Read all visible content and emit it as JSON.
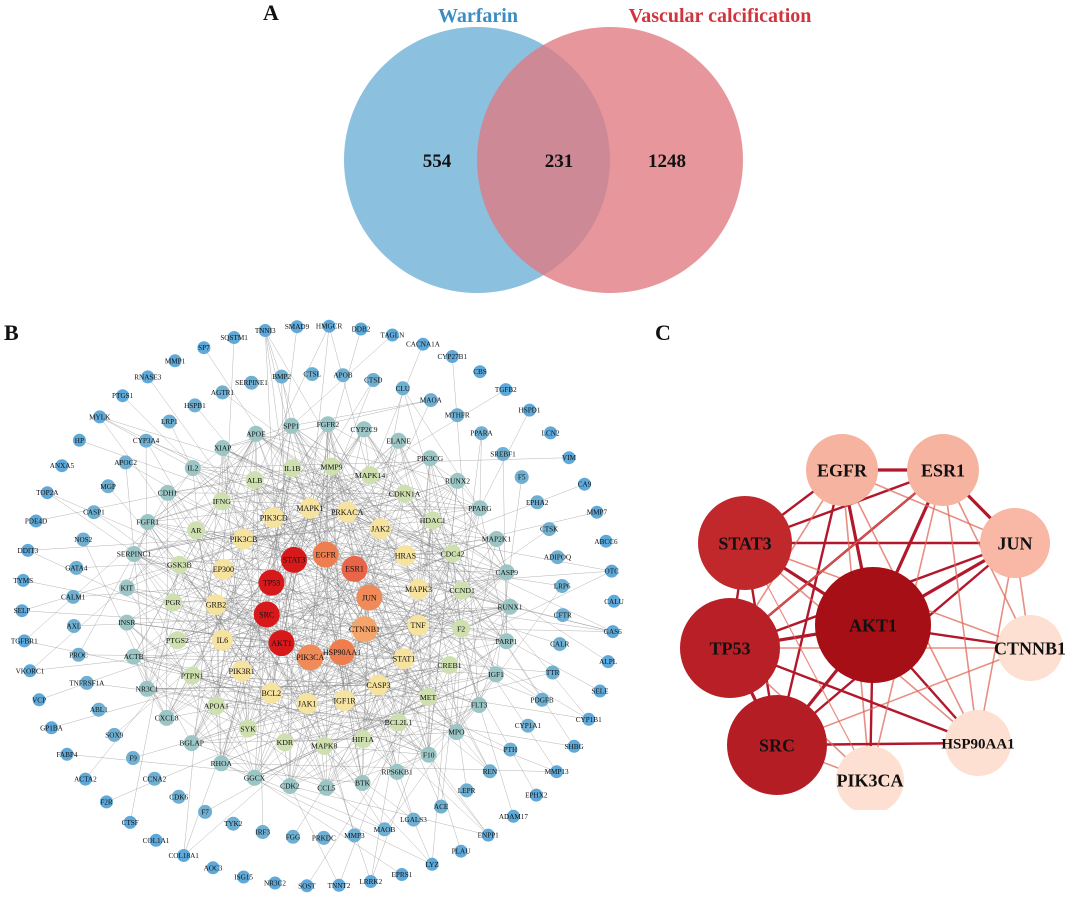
{
  "panels": {
    "a": "A",
    "b": "B",
    "c": "C"
  },
  "venn": {
    "left_label": "Warfarin",
    "right_label": "Vascular calcification",
    "left_only": "554",
    "overlap": "231",
    "right_only": "1248",
    "colors": {
      "left": "#6aaed6",
      "right": "#e07a80",
      "left_text": "#3a8dc4",
      "right_text": "#d1343d"
    }
  },
  "network_b": {
    "outer_ring": [
      "TNNI3",
      "SMAD9",
      "HMGCR",
      "DDB2",
      "TAGLN",
      "CACNA1A",
      "CYP27B1",
      "CBS",
      "TGFB2",
      "HSPD1",
      "LCN2",
      "VIM",
      "CA9",
      "MMP7",
      "ABCC6",
      "OTC",
      "CALU",
      "GAS6",
      "ALPL",
      "SELE",
      "CYP1B1",
      "SHBG",
      "MMP13",
      "EPHX2",
      "ADAM17",
      "ENPP1",
      "PLAU",
      "LYZ",
      "EPRS1",
      "LRRK2",
      "TNNT2",
      "SOST",
      "NR3C2",
      "ISG15",
      "AOC3",
      "COL18A1",
      "COL1A1",
      "CTSF",
      "F2R",
      "ACTA2",
      "FABP4",
      "GP1BA",
      "VCP",
      "VKORC1",
      "TGFBR1",
      "SELP",
      "TYMS",
      "DDIT3",
      "PDE4D",
      "TOP2A",
      "ANXA5",
      "HP",
      "MYLK",
      "PTGS1",
      "RNASE3",
      "MMP1",
      "SP7",
      "SQSTM1"
    ],
    "second_ring": [
      "BMP2",
      "CTSL",
      "APOB",
      "CTSD",
      "CLU",
      "MAOA",
      "MTHFR",
      "PPARA",
      "SREBF1",
      "F5",
      "EPHA2",
      "CTSK",
      "ADIPOQ",
      "LRP6",
      "CFTR",
      "CALR",
      "TTR",
      "PDGFB",
      "CYP1A1",
      "PTH",
      "REN",
      "LEPR",
      "ACE",
      "LGALS3",
      "MAOB",
      "MMP3",
      "PRKDC",
      "FGG",
      "IRF3",
      "TYK2",
      "F7",
      "CDK6",
      "CCNA2",
      "F9",
      "SOX9",
      "ABL1",
      "TNFRSF1A",
      "PROC",
      "AXL",
      "CALM1",
      "GATA4",
      "NOS2",
      "CASP1",
      "MGP",
      "APOC2",
      "CYP3A4",
      "LRP1",
      "HSPB1",
      "AGTR1",
      "SERPINE1"
    ],
    "third_ring": [
      "APOE",
      "SPP1",
      "FGFR2",
      "CYP2C9",
      "ELANE",
      "PIK3CG",
      "RUNX2",
      "PPARG",
      "MAP2K1",
      "CASP9",
      "RUNX1",
      "PARP1",
      "IGF1",
      "FLT3",
      "MPO",
      "F10",
      "RPS6KB1",
      "BTK",
      "CCL5",
      "CDK2",
      "GGCX",
      "RHOA",
      "BGLAP",
      "CXCL8",
      "NR3C1",
      "ACTB",
      "INSR",
      "KIT",
      "SERPINC1",
      "FGFR1",
      "CDH1",
      "IL2",
      "XIAP"
    ],
    "fourth_ring": [
      "IL1B",
      "MMP9",
      "MAPK14",
      "CDKN1A",
      "HDAC1",
      "CDC42",
      "CCND1",
      "F2",
      "CREB1",
      "MET",
      "BCL2L1",
      "HIF1A",
      "MAPK8",
      "KDR",
      "SYK",
      "APOA1",
      "PTPN1",
      "PTGS2",
      "PGR",
      "GSK3B",
      "AR",
      "IFNG",
      "ALB"
    ],
    "fifth_ring": [
      "MAPK1",
      "PRKACA",
      "JAK2",
      "HRAS",
      "MAPK3",
      "TNF",
      "STAT1",
      "CASP3",
      "IGF1R",
      "JAK1",
      "BCL2",
      "PIK3R1",
      "IL6",
      "GRB2",
      "EP300",
      "PIK3CB",
      "PIK3CD"
    ],
    "core": [
      "STAT3",
      "EGFR",
      "ESR1",
      "JUN",
      "CTNNB1",
      "HSP90AA1",
      "PIK3CA",
      "AKT1",
      "SRC",
      "TP53"
    ],
    "colors": {
      "outer": "#5ea9d9",
      "second": "#6fb0d2",
      "third": "#9cc6c6",
      "fourth": "#cfe0b0",
      "fifth": "#f6e3a0",
      "core_hot": "#d7191c",
      "core_mid": "#ee7e50",
      "edge": "#888888"
    }
  },
  "network_c": {
    "nodes": [
      {
        "label": "EGFR",
        "color": "#f6b3a0"
      },
      {
        "label": "ESR1",
        "color": "#f6b3a0"
      },
      {
        "label": "JUN",
        "color": "#f8b8a5"
      },
      {
        "label": "STAT3",
        "color": "#c0282b"
      },
      {
        "label": "TP53",
        "color": "#b91f26"
      },
      {
        "label": "AKT1",
        "color": "#a50f15"
      },
      {
        "label": "CTNNB1",
        "color": "#fde0d2"
      },
      {
        "label": "SRC",
        "color": "#b51d24"
      },
      {
        "label": "HSP90AA1",
        "color": "#fde0d2"
      },
      {
        "label": "PIK3CA",
        "color": "#fde0d2"
      }
    ],
    "edge_color": "#b2182b"
  }
}
